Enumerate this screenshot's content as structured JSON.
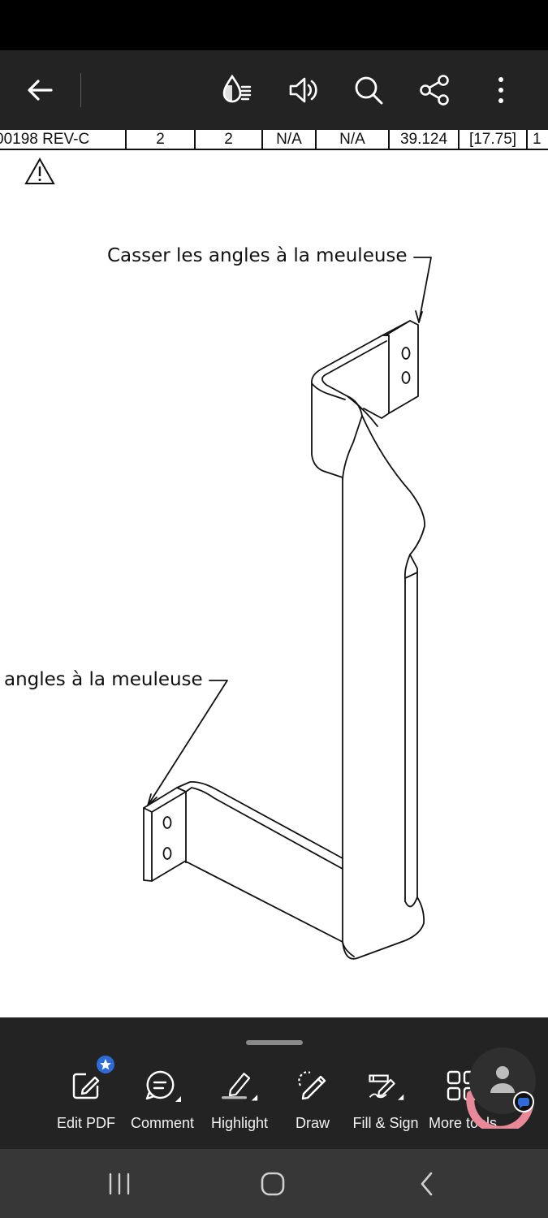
{
  "toolbar": {
    "back_icon": "arrow-left-icon",
    "liquid_mode_icon": "liquid-mode-icon",
    "read_aloud_icon": "speaker-icon",
    "search_icon": "search-icon",
    "share_icon": "share-icon",
    "more_icon": "more-vertical-icon"
  },
  "document": {
    "table_row": [
      "00198 REV-C",
      "2",
      "2",
      "N/A",
      "N/A",
      "39.124",
      "[17.75]",
      "1"
    ],
    "callout_top": "Casser les angles à la meuleuse",
    "callout_bottom": "angles à la meuleuse"
  },
  "tools": [
    {
      "label": "Edit PDF",
      "icon": "edit-pdf-icon"
    },
    {
      "label": "Comment",
      "icon": "comment-icon"
    },
    {
      "label": "Highlight",
      "icon": "highlight-icon"
    },
    {
      "label": "Draw",
      "icon": "draw-icon"
    },
    {
      "label": "Fill & Sign",
      "icon": "fill-sign-icon"
    },
    {
      "label": "More tools",
      "icon": "more-tools-icon"
    }
  ],
  "colors": {
    "toolbar_bg": "#232323",
    "nav_bg": "#373737",
    "accent_blue": "#2e6bd9",
    "fab_pink": "#e8899a"
  }
}
